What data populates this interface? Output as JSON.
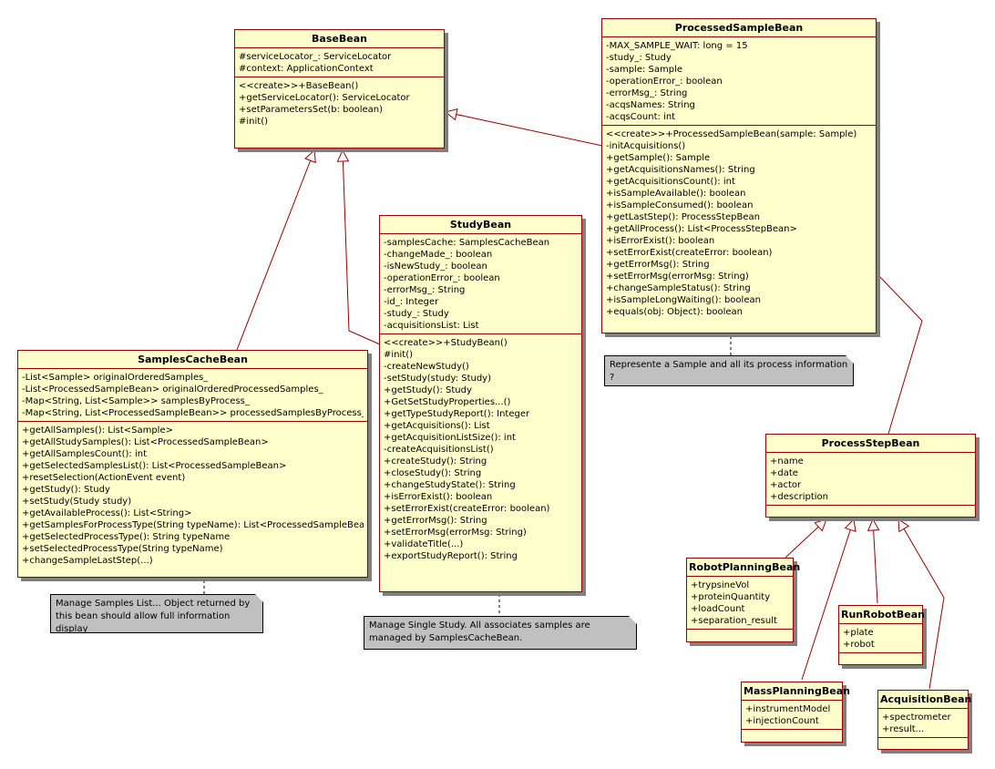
{
  "classes": {
    "base_bean": {
      "name": "BaseBean",
      "attributes": [
        "#serviceLocator_: ServiceLocator",
        "#context: ApplicationContext"
      ],
      "operations": [
        "<<create>>+BaseBean()",
        "+getServiceLocator(): ServiceLocator",
        "+setParametersSet(b: boolean)",
        "#init()"
      ]
    },
    "processed_sample_bean": {
      "name": "ProcessedSampleBean",
      "attributes": [
        "-MAX_SAMPLE_WAIT: long = 15",
        "-study_: Study",
        "-sample: Sample",
        "-operationError_: boolean",
        "-errorMsg_: String",
        "-acqsNames: String",
        "-acqsCount: int"
      ],
      "operations": [
        "<<create>>+ProcessedSampleBean(sample: Sample)",
        "-initAcquisitions()",
        "+getSample(): Sample",
        "+getAcquisitionsNames(): String",
        "+getAcquisitionsCount(): int",
        "+isSampleAvailable(): boolean",
        "+isSampleConsumed(): boolean",
        "+getLastStep(): ProcessStepBean",
        "+getAllProcess(): List<ProcessStepBean>",
        "+isErrorExist(): boolean",
        "+setErrorExist(createError: boolean)",
        "+getErrorMsg(): String",
        "+setErrorMsg(errorMsg: String)",
        "+changeSampleStatus(): String",
        "+isSampleLongWaiting(): boolean",
        "+equals(obj: Object): boolean"
      ]
    },
    "study_bean": {
      "name": "StudyBean",
      "attributes": [
        "-samplesCache: SamplesCacheBean",
        "-changeMade_: boolean",
        "-isNewStudy_: boolean",
        "-operationError_: boolean",
        "-errorMsg_: String",
        "-id_: Integer",
        "-study_: Study",
        "-acquisitionsList: List"
      ],
      "operations": [
        "<<create>>+StudyBean()",
        "#init()",
        "-createNewStudy()",
        "-setStudy(study: Study)",
        "+getStudy(): Study",
        "+GetSetStudyProperties...()",
        "+getTypeStudyReport(): Integer",
        "+getAcquisitions(): List",
        "+getAcquisitionListSize(): int",
        "-createAcquisitionsList()",
        "+createStudy(): String",
        "+closeStudy(): String",
        "+changeStudyState(): String",
        "+isErrorExist(): boolean",
        "+setErrorExist(createError: boolean)",
        "+getErrorMsg(): String",
        "+setErrorMsg(errorMsg: String)",
        "+validateTitle(...)",
        "+exportStudyReport(): String"
      ]
    },
    "samples_cache_bean": {
      "name": "SamplesCacheBean",
      "attributes": [
        "-List<Sample> originalOrderedSamples_",
        "-List<ProcessedSampleBean> originalOrderedProcessedSamples_",
        "-Map<String, List<Sample>> samplesByProcess_",
        "-Map<String, List<ProcessedSampleBean>> processedSamplesByProcess_"
      ],
      "operations": [
        "+getAllSamples(): List<Sample>",
        "+getAllStudySamples(): List<ProcessedSampleBean>",
        "+getAllSamplesCount(): int",
        "+getSelectedSamplesList(): List<ProcessedSampleBean>",
        "+resetSelection(ActionEvent event)",
        "+getStudy(): Study",
        "+setStudy(Study study)",
        "+getAvailableProcess(): List<String>",
        "+getSamplesForProcessType(String typeName): List<ProcessedSampleBean>",
        "+getSelectedProcessType(): String typeName",
        "+setSelectedProcessType(String typeName)",
        "+changeSampleLastStep(...)"
      ]
    },
    "process_step_bean": {
      "name": "ProcessStepBean",
      "attributes": [
        "+name",
        "+date",
        "+actor",
        "+description"
      ],
      "operations": []
    },
    "robot_planning_bean": {
      "name": "RobotPlanningBean",
      "attributes": [
        "+trypsineVol",
        "+proteinQuantity",
        "+loadCount",
        "+separation_result"
      ],
      "operations": []
    },
    "run_robot_bean": {
      "name": "RunRobotBean",
      "attributes": [
        "+plate",
        "+robot"
      ],
      "operations": []
    },
    "mass_planning_bean": {
      "name": "MassPlanningBean",
      "attributes": [
        "+instrumentModel",
        "+injectionCount"
      ],
      "operations": []
    },
    "acquisition_bean": {
      "name": "AcquisitionBean",
      "attributes": [
        "+spectrometer",
        "+result..."
      ],
      "operations": []
    }
  },
  "notes": {
    "processed_sample_note": "Represente a Sample and all its process information ?",
    "samples_cache_note": "Manage Samples List... Object returned by this bean should allow full information display",
    "study_note": "Manage Single Study. All associates samples are managed by SamplesCacheBean."
  },
  "colors": {
    "class_fill": "#ffffcc",
    "class_border": "#990000",
    "note_fill": "#c0c0c0",
    "line": "#990000"
  }
}
